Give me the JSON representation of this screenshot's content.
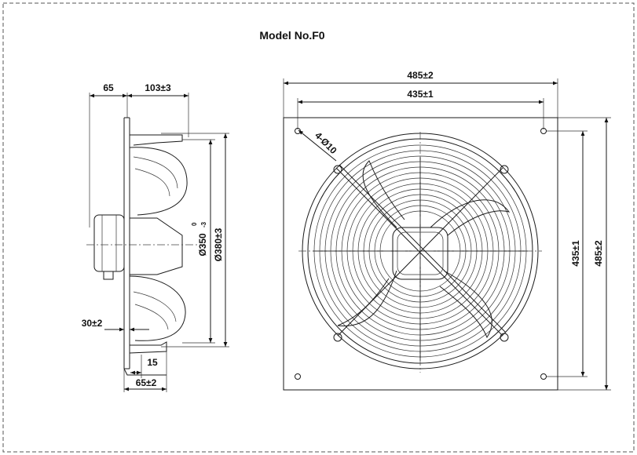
{
  "title": "Model No.F0",
  "side_view": {
    "dims": {
      "top_left": "65",
      "top_right": "103±3",
      "dia_inner": "Ø350",
      "dia_inner_tol_top": "0",
      "dia_inner_tol_bottom": "-3",
      "dia_outer": "Ø380±3",
      "flange": "30±2",
      "bottom_small": "15",
      "bottom": "65±2"
    }
  },
  "front_view": {
    "dims": {
      "width_outer": "485±2",
      "width_inner": "435±1",
      "hole": "4-Ø10",
      "height_inner": "435±1",
      "height_outer": "485±2"
    }
  }
}
